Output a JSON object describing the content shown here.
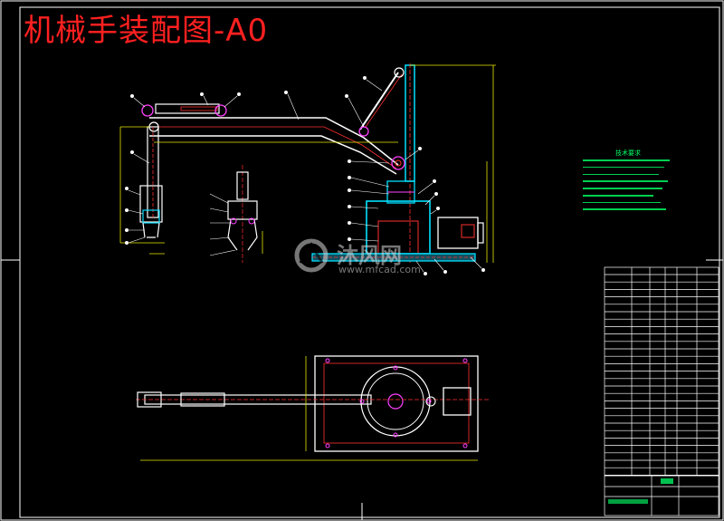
{
  "drawing": {
    "title": "机械手装配图-A0",
    "notes_title": "技术要求"
  },
  "watermark": {
    "brand": "沐风网",
    "url": "www.mfcad.com"
  },
  "colors": {
    "background": "#000000",
    "frame": "#ffffff",
    "title": "#ff2020",
    "outline": "#ffffff",
    "hidden_lines": "#ff3030",
    "cyan_parts": "#00e0ff",
    "yellow_dims": "#e8e800",
    "green": "#00ff66",
    "magenta": "#ff40ff"
  }
}
